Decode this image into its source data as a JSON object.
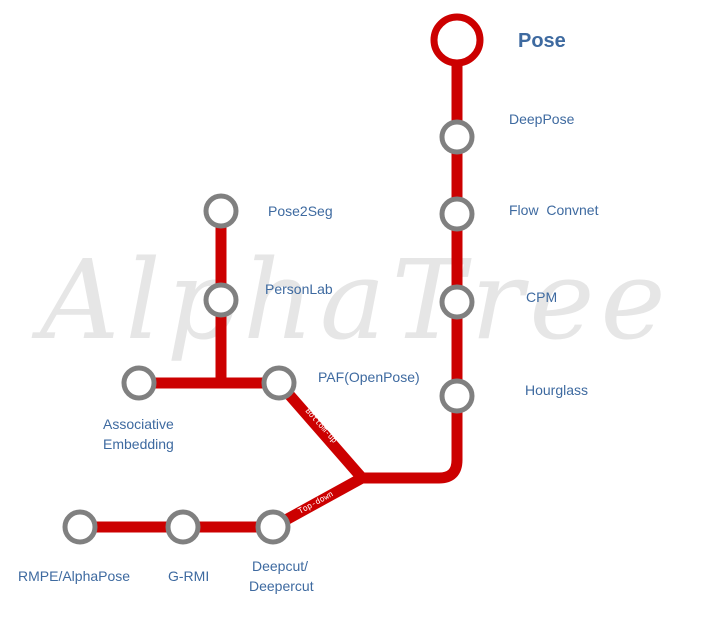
{
  "watermark": "AlphaTree",
  "colors": {
    "line": "#cc0000",
    "station_ring": "#808080",
    "label": "#3e6aa0",
    "watermark": "#e6e6e6"
  },
  "stations": {
    "pose": "Pose",
    "deeppose": "DeepPose",
    "flow_convnet": "Flow  Convnet",
    "cpm": "CPM",
    "hourglass": "Hourglass",
    "pose2seg": "Pose2Seg",
    "personlab": "PersonLab",
    "paf": "PAF(OpenPose)",
    "associative_line1": "Associative",
    "associative_line2": "Embedding",
    "deepcut_line1": "Deepcut/",
    "deepcut_line2": "Deepercut",
    "grmi": "G-RMI",
    "rmpe": "RMPE/AlphaPose"
  },
  "branches": {
    "bottom_up": "Bottom-up",
    "top_down": "Top-down"
  }
}
